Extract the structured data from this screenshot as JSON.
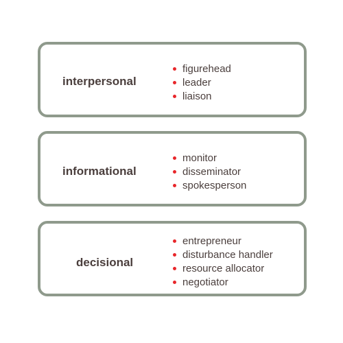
{
  "cards": [
    {
      "title": "interpersonal",
      "items": [
        "figurehead",
        "leader",
        "liaison"
      ]
    },
    {
      "title": "informational",
      "items": [
        "monitor",
        "disseminator",
        "spokesperson"
      ]
    },
    {
      "title": "decisional",
      "items": [
        "entrepreneur",
        "disturbance handler",
        "resource allocator",
        "negotiator"
      ]
    }
  ],
  "colors": {
    "border": "#8f9a8c",
    "text": "#4a3e3c",
    "bullet": "#e8262a"
  }
}
